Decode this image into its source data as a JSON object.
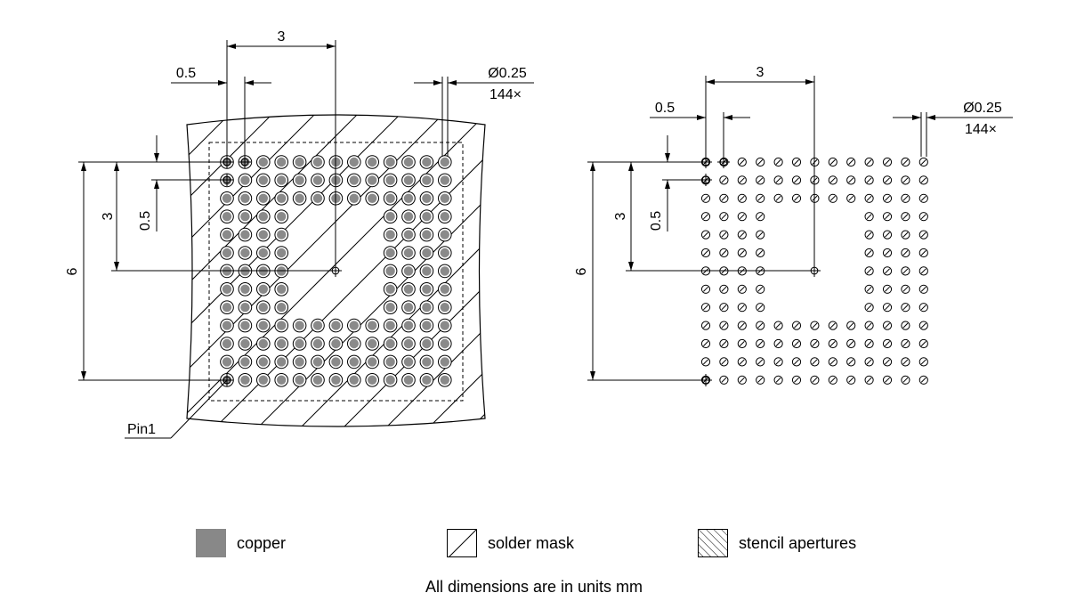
{
  "title": "",
  "left_view": {
    "pitch_label": "0.5",
    "span_label": "3",
    "row_pitch_label": "0.5",
    "row_span_label": "3",
    "total_height_label": "6",
    "diameter_label": "Ø0.25",
    "count_label": "144×",
    "pin1_label": "Pin1"
  },
  "right_view": {
    "pitch_label": "0.5",
    "span_label": "3",
    "row_pitch_label": "0.5",
    "row_span_label": "3",
    "total_height_label": "6",
    "diameter_label": "Ø0.25",
    "count_label": "144×"
  },
  "pattern": {
    "grid_size": 13,
    "pad_count": 144,
    "pitch_mm": 0.5,
    "pad_diameter_mm": 0.25
  },
  "legend": [
    {
      "label": "copper",
      "icon": "copper-swatch",
      "color": "#888888"
    },
    {
      "label": "solder mask",
      "icon": "solder-mask-swatch"
    },
    {
      "label": "stencil apertures",
      "icon": "stencil-apertures-swatch"
    }
  ],
  "footnote": "All dimensions are in units mm"
}
